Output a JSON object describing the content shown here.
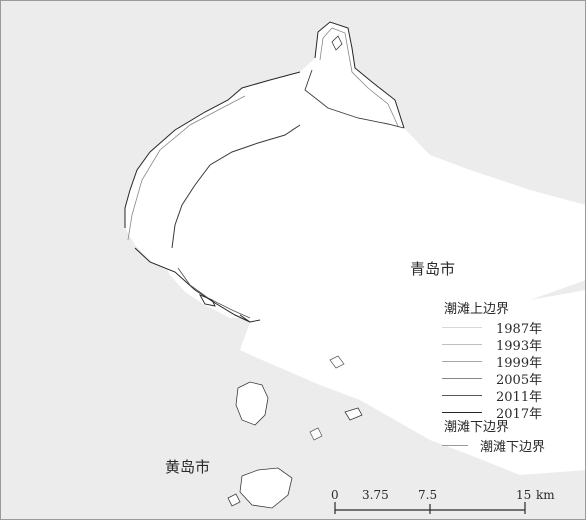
{
  "places": {
    "qingdao": "青岛市",
    "huangdao": "黄岛市"
  },
  "legend": {
    "upper_title": "潮滩上边界",
    "years": [
      "1987年",
      "1993年",
      "1999年",
      "2005年",
      "2011年",
      "2017年"
    ],
    "lower_title": "潮滩下边界",
    "lower_item": "潮滩下边界"
  },
  "scale": {
    "labels": [
      "0",
      "3.75",
      "7.5",
      "15"
    ],
    "unit": "km"
  },
  "colors": {
    "land": "#ececec",
    "water": "#ffffff",
    "outline": "#3a3a3a",
    "year_lines": [
      "#d8d8d8",
      "#c0c0c0",
      "#a6a6a6",
      "#888888",
      "#5a5a5a",
      "#262626"
    ],
    "lower_line": "#9a9a9a"
  }
}
